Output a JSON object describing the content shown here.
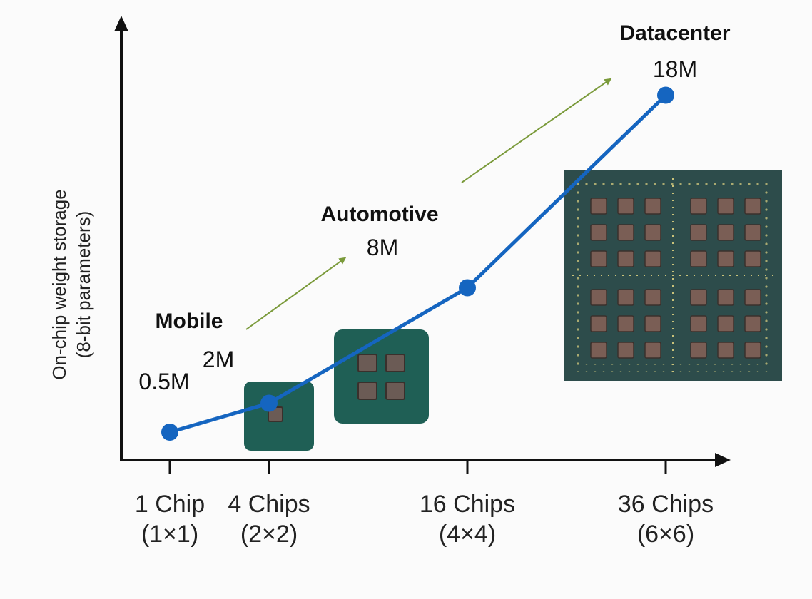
{
  "chart_data": {
    "type": "line",
    "ylabel": "On-chip weight storage\n(8-bit parameters)",
    "x_ticks": [
      {
        "line1": "1 Chip",
        "line2": "(1×1)"
      },
      {
        "line1": "4 Chips",
        "line2": "(2×2)"
      },
      {
        "line1": "16 Chips",
        "line2": "(4×4)"
      },
      {
        "line1": "36 Chips",
        "line2": "(6×6)"
      }
    ],
    "x": [
      1,
      4,
      16,
      36
    ],
    "y": [
      0.5,
      2,
      8,
      18
    ],
    "point_labels": [
      "0.5M",
      "2M",
      "8M",
      "18M"
    ],
    "segments": [
      "Mobile",
      "Automotive",
      "Datacenter"
    ],
    "series_color": "#1565c0",
    "trend_arrow_color": "#7a9a3a",
    "package_color": "#1f5f55",
    "grid": false
  }
}
